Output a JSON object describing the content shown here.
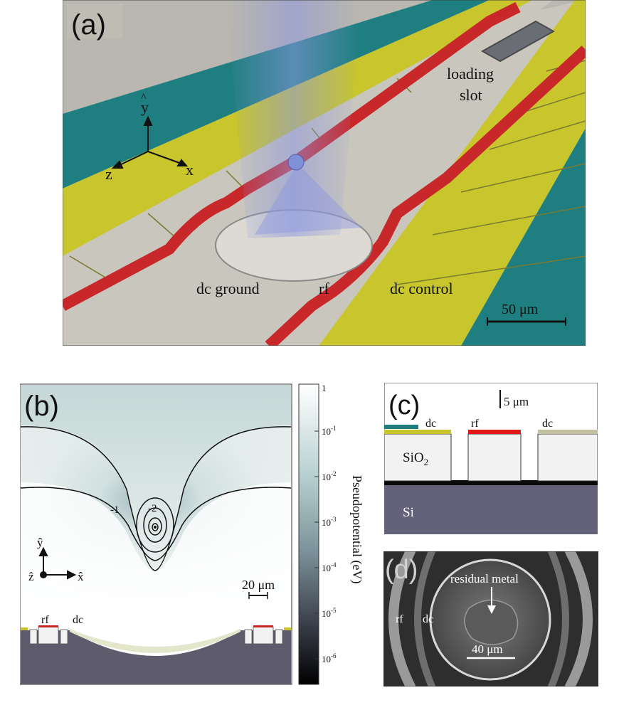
{
  "panel_a": {
    "tag": "(a)",
    "axes": {
      "y": "y",
      "z": "z",
      "x": "x"
    },
    "labels": {
      "loading_line1": "loading",
      "loading_line2": "slot",
      "dc_ground": "dc ground",
      "rf": "rf",
      "dc_control": "dc control"
    },
    "scale": "50 μm"
  },
  "panel_b": {
    "tag": "(b)",
    "contour_labels": [
      "-1",
      "-2"
    ],
    "axes": {
      "y": "ŷ",
      "z": "ẑ",
      "x": "x̂"
    },
    "scale": "20 μm",
    "electrode_labels": {
      "rf": "rf",
      "dc": "dc"
    },
    "colorbar": {
      "label": "Pseudopotential (eV)",
      "top_label": "1",
      "ticks": [
        {
          "base": "10",
          "exp": "-1"
        },
        {
          "base": "10",
          "exp": "-2"
        },
        {
          "base": "10",
          "exp": "-3"
        },
        {
          "base": "10",
          "exp": "-4"
        },
        {
          "base": "10",
          "exp": "-5"
        },
        {
          "base": "10",
          "exp": "-6"
        }
      ]
    }
  },
  "panel_c": {
    "tag": "(c)",
    "scale": "5 μm",
    "labels": {
      "dc_left": "dc",
      "rf": "rf",
      "dc_right": "dc",
      "oxide_main": "SiO",
      "oxide_sub": "2",
      "substrate": "Si"
    }
  },
  "panel_d": {
    "tag": "(d)",
    "labels": {
      "residual": "residual metal",
      "rf": "rf",
      "dc": "dc"
    },
    "scale": "40 μm"
  },
  "colors": {
    "teal": "#1f7f80",
    "yellow": "#c8c62c",
    "red": "#c8282a",
    "gray_surface": "#c9c6bd",
    "substrate": "#64627a",
    "beam": "#8c96e0"
  }
}
